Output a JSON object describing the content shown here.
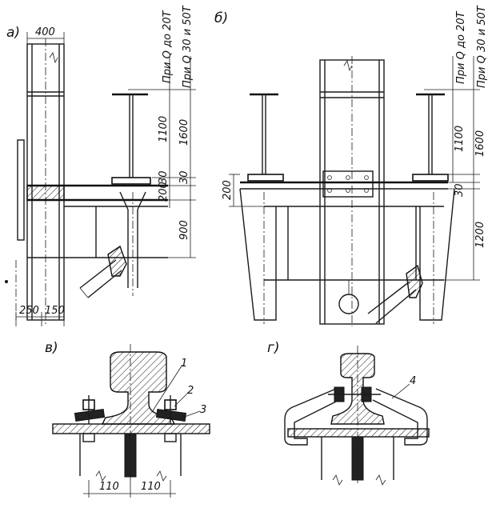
{
  "panels": {
    "a": "а)",
    "b": "б)",
    "v": "в)",
    "g": "г)"
  },
  "headers": {
    "q20": "При Q до 20Т",
    "q30": "При Q 30 и 50Т"
  },
  "dims_a": {
    "top_width": "400",
    "h1100": "1100",
    "h1600": "1600",
    "h30": "30",
    "h200": "200",
    "h900": "900",
    "w250": "250",
    "w150": "150"
  },
  "dims_b": {
    "h1100": "1100",
    "h1600": "1600",
    "h200": "200",
    "h30": "30",
    "h1200": "1200"
  },
  "dims_v": {
    "w110_left": "110",
    "w110_right": "110"
  },
  "callouts": {
    "c1": "1",
    "c2": "2",
    "c3": "3",
    "c4": "4"
  }
}
